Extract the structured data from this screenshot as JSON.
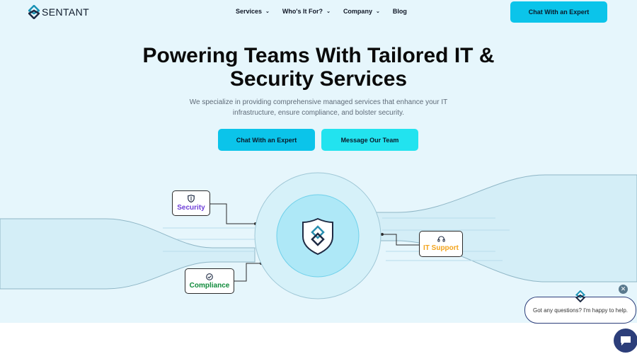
{
  "brand": {
    "name": "SENTANT"
  },
  "nav": {
    "items": [
      {
        "label": "Services",
        "has_dropdown": true
      },
      {
        "label": "Who's It For?",
        "has_dropdown": true
      },
      {
        "label": "Company",
        "has_dropdown": true
      },
      {
        "label": "Blog",
        "has_dropdown": false
      }
    ],
    "cta_label": "Chat With an Expert"
  },
  "hero": {
    "title": "Powering Teams With Tailored IT & Security Services",
    "subtitle": "We specialize in providing comprehensive managed services that enhance your IT infrastructure, ensure compliance, and bolster security.",
    "primary_cta": "Chat With an Expert",
    "secondary_cta": "Message Our Team"
  },
  "diagram": {
    "tags": [
      {
        "key": "security",
        "label": "Security",
        "icon": "shield-icon",
        "color": "#6f3fd8"
      },
      {
        "key": "compliance",
        "label": "Compliance",
        "icon": "check-circle-icon",
        "color": "#0f8a3a"
      },
      {
        "key": "support",
        "label": "IT Support",
        "icon": "headset-icon",
        "color": "#f3a41c"
      }
    ],
    "center_icon": "shield-logo-icon"
  },
  "chat": {
    "message": "Got any questions? I'm happy to help.",
    "close_icon": "close-icon",
    "launcher_icon": "chat-icon"
  },
  "colors": {
    "accent": "#0bc4ea",
    "accent_alt": "#22e3ef",
    "hero_bg": "#e6f6fc",
    "brand_dark": "#2c3e7a"
  }
}
